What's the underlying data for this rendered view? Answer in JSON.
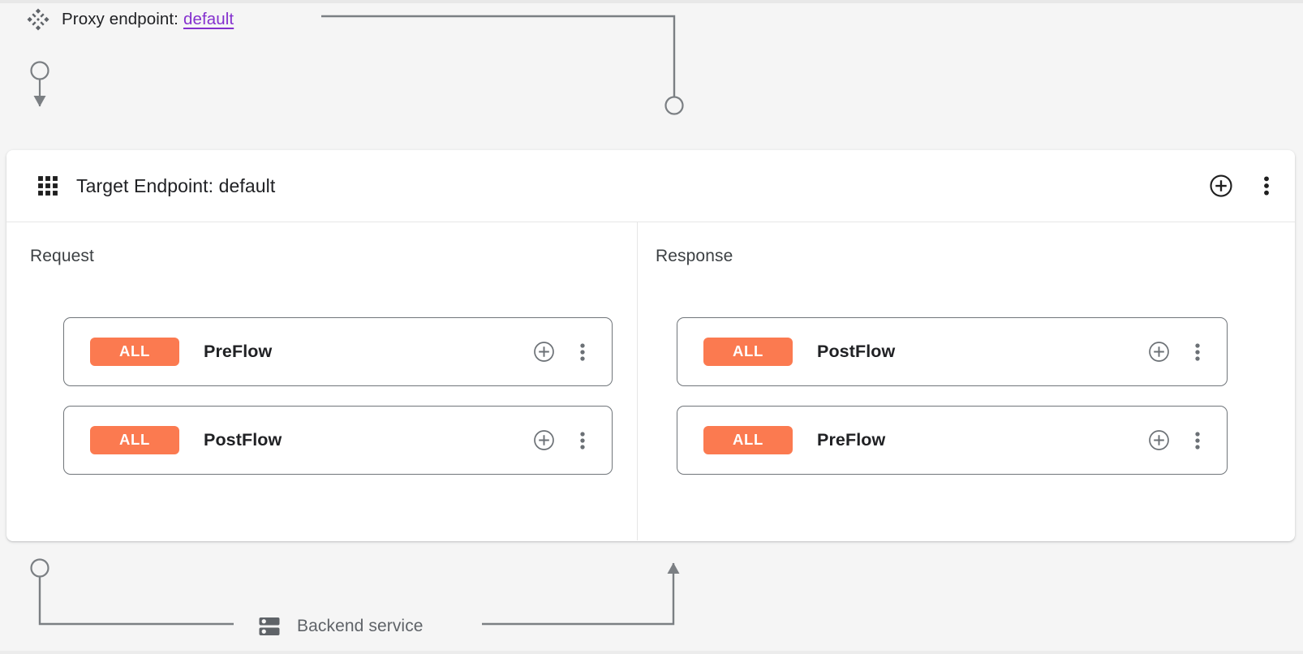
{
  "header": {
    "icon": "apigee-diamond-icon",
    "prefix": "Proxy endpoint:",
    "endpoint_name": "default",
    "link_color": "#8430ce"
  },
  "panel": {
    "icon": "grid-dots-icon",
    "title": "Target Endpoint: default",
    "actions": [
      {
        "name": "add-policy-button",
        "icon": "plus-circle-icon"
      },
      {
        "name": "more-options-button",
        "icon": "more-vert-icon"
      }
    ]
  },
  "columns": [
    {
      "key": "request",
      "heading": "Request",
      "direction": "down",
      "flows": [
        {
          "badge": "ALL",
          "label": "PreFlow",
          "badge_color": "#fb7a50",
          "actions": [
            {
              "name": "add-policy-button",
              "icon": "plus-circle-icon"
            },
            {
              "name": "more-options-button",
              "icon": "more-vert-icon"
            }
          ]
        },
        {
          "badge": "ALL",
          "label": "PostFlow",
          "badge_color": "#fb7a50",
          "actions": [
            {
              "name": "add-policy-button",
              "icon": "plus-circle-icon"
            },
            {
              "name": "more-options-button",
              "icon": "more-vert-icon"
            }
          ]
        }
      ]
    },
    {
      "key": "response",
      "heading": "Response",
      "direction": "up",
      "flows": [
        {
          "badge": "ALL",
          "label": "PostFlow",
          "badge_color": "#fb7a50",
          "actions": [
            {
              "name": "add-policy-button",
              "icon": "plus-circle-icon"
            },
            {
              "name": "more-options-button",
              "icon": "more-vert-icon"
            }
          ]
        },
        {
          "badge": "ALL",
          "label": "PreFlow",
          "badge_color": "#fb7a50",
          "actions": [
            {
              "name": "add-policy-button",
              "icon": "plus-circle-icon"
            },
            {
              "name": "more-options-button",
              "icon": "more-vert-icon"
            }
          ]
        }
      ]
    }
  ],
  "backend": {
    "icon": "server-rack-icon",
    "label": "Backend service"
  },
  "connector_color": "#70757a",
  "background_color": "#f5f5f5"
}
